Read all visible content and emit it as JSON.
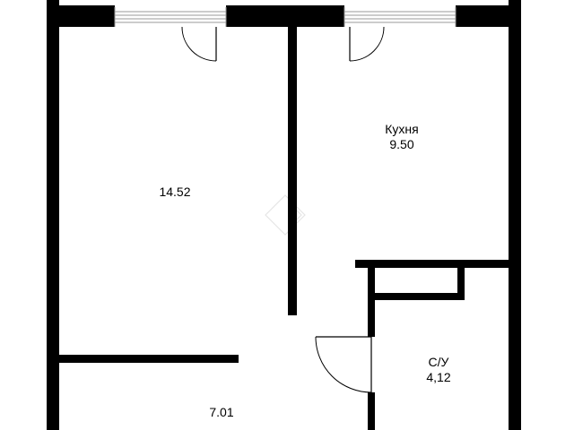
{
  "rooms": [
    {
      "id": "living",
      "name": "",
      "area": "14.52"
    },
    {
      "id": "kitchen",
      "name": "Кухня",
      "area": "9.50"
    },
    {
      "id": "bathroom",
      "name": "С/У",
      "area": "4,12"
    },
    {
      "id": "hallway",
      "name": "",
      "area": "7.01"
    }
  ],
  "colors": {
    "wall": "#000000",
    "window": "#9a9a9a",
    "background": "#ffffff"
  }
}
